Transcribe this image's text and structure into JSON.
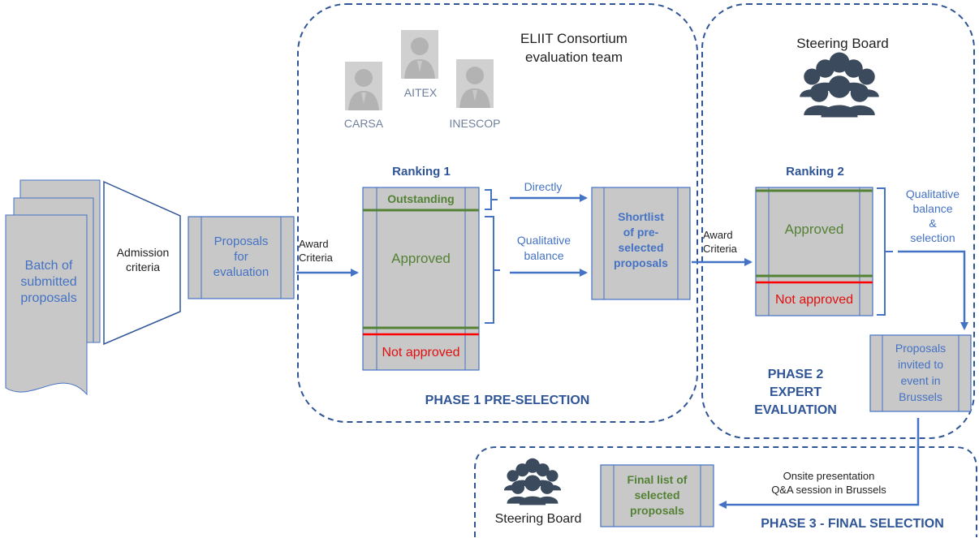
{
  "batch_label": "Batch of submitted proposals",
  "admission": {
    "line1": "Admission",
    "line2": "criteria"
  },
  "proposals_for_eval": {
    "line1": "Proposals",
    "line2": "for",
    "line3": "evaluation"
  },
  "award_criteria_1": {
    "line1": "Award",
    "line2": "Criteria"
  },
  "award_criteria_2": {
    "line1": "Award",
    "line2": "Criteria"
  },
  "consortium": {
    "title_line1": "ELIIT Consortium",
    "title_line2": "evaluation team",
    "members": [
      "CARSA",
      "AITEX",
      "INESCOP"
    ]
  },
  "ranking1": {
    "title": "Ranking 1",
    "outstanding": "Outstanding",
    "approved": "Approved",
    "not_approved": "Not approved"
  },
  "directly": "Directly",
  "qual_balance": {
    "line1": "Qualitative",
    "line2": "balance"
  },
  "shortlist": {
    "line1": "Shortlist",
    "line2": "of pre-",
    "line3": "selected",
    "line4": "proposals"
  },
  "phase1": "PHASE 1 PRE-SELECTION",
  "steering_board_top": "Steering Board",
  "ranking2": {
    "title": "Ranking 2",
    "approved": "Approved",
    "not_approved": "Not approved"
  },
  "qual_balance_selection": {
    "line1": "Qualitative",
    "line2": "balance",
    "line3": "&",
    "line4": "selection"
  },
  "invited": {
    "line1": "Proposals",
    "line2": "invited to",
    "line3": "event in",
    "line4": "Brussels"
  },
  "phase2": {
    "line1": "PHASE 2",
    "line2": "EXPERT",
    "line3": "EVALUATION"
  },
  "onsite": {
    "line1": "Onsite presentation",
    "line2": "Q&A session in Brussels"
  },
  "final_list": {
    "line1": "Final list of",
    "line2": "selected",
    "line3": "proposals"
  },
  "steering_board_bottom": "Steering Board",
  "phase3": "PHASE 3 - FINAL SELECTION",
  "colors": {
    "box_fill": "#c8c8c8",
    "box_border": "#4472c4",
    "arrow": "#4472c4",
    "dash": "#2f5597",
    "green": "#548235",
    "red": "#ff0000",
    "icon": "#3b4a5c"
  }
}
